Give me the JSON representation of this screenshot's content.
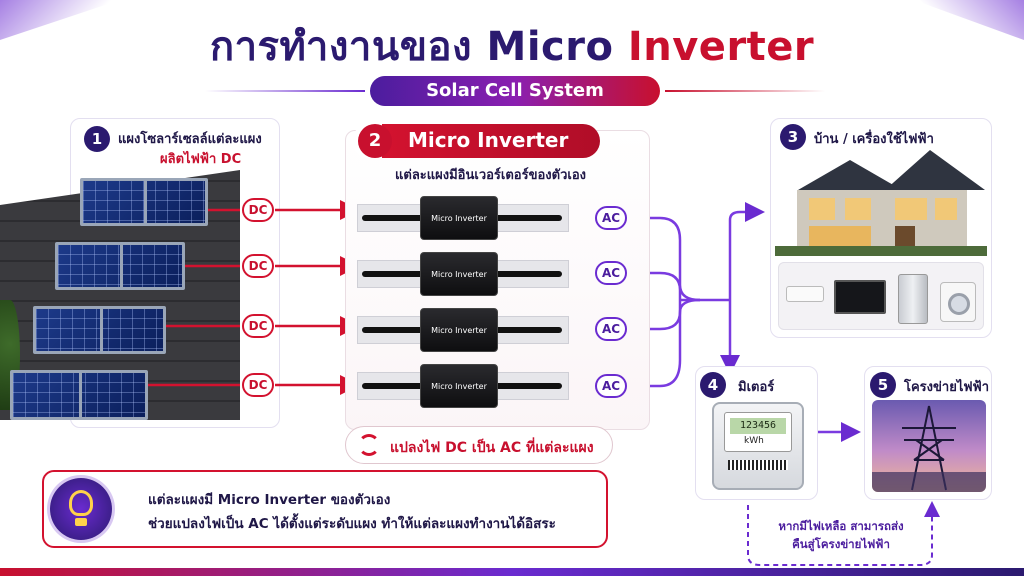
{
  "title": {
    "part1": "การทำงานของ Micro ",
    "part2": "Inverter"
  },
  "subtitle": "Solar Cell System",
  "step1": {
    "number": "1",
    "line1": "แผงโซลาร์เซลล์แต่ละแผง",
    "line2": "ผลิตไฟฟ้า DC"
  },
  "step2": {
    "number": "2",
    "title": "Micro Inverter",
    "desc": "แต่ละแผงมีอินเวอร์เตอร์ของตัวเอง",
    "device_label": "Micro Inverter",
    "convert_text": "แปลงไฟ DC เป็น AC ที่แต่ละแผง"
  },
  "step3": {
    "number": "3",
    "label": "บ้าน / เครื่องใช้ไฟฟ้า"
  },
  "step4": {
    "number": "4",
    "label": "มิเตอร์",
    "display": "123456",
    "unit": "kWh"
  },
  "step5": {
    "number": "5",
    "label": "โครงข่ายไฟฟ้า"
  },
  "badges": {
    "dc": "DC",
    "ac": "AC"
  },
  "surplus_note": {
    "line1": "หากมีไฟเหลือ สามารถส่ง",
    "line2": "คืนสู่โครงข่ายไฟฟ้า"
  },
  "summary": {
    "line1": "แต่ละแผงมี Micro Inverter ของตัวเอง",
    "line2": "ช่วยแปลงไฟเป็น AC ได้ตั้งแต่ระดับแผง ทำให้แต่ละแผงทำงานได้อิสระ"
  },
  "icons": {
    "convert": "refresh-icon",
    "bulb": "lightbulb-icon"
  },
  "colors": {
    "navy": "#2b1a6f",
    "red": "#c8102e",
    "purple": "#6a2bd0"
  }
}
